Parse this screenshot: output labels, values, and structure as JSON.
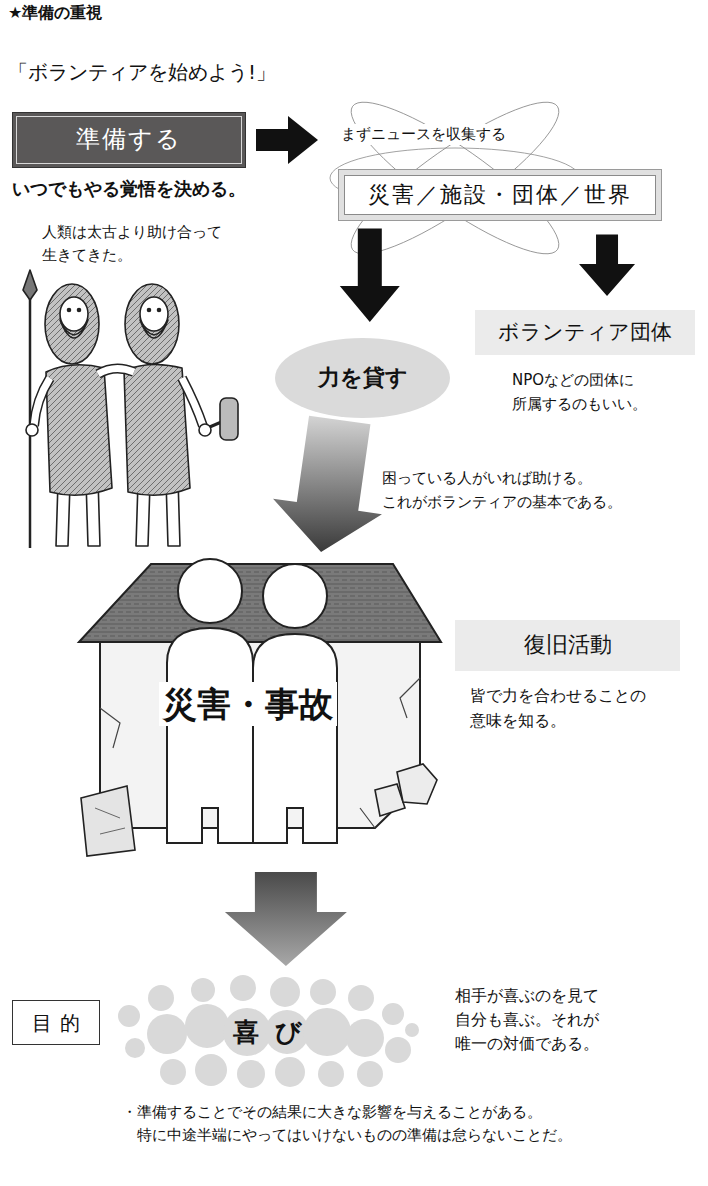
{
  "diagram": {
    "title": "★準備の重視",
    "caption": "・準備することでその結果に大きな影響を与えることがある。 特に中途半端にやってはいけないものの準備は怠らないことだ。",
    "nodes": [
      {
        "text": [
          "準備する",
          "いつでもやる覚悟を決める。"
        ]
      },
      {
        "text": [
          "まずニュースを収集する",
          "災害／施設・団体／世界"
        ]
      },
      {
        "text": [
          "力を貸す"
        ]
      },
      {
        "text": [
          "ボランティア団体",
          "NPOなどの団体に 所属するのもいい。"
        ]
      },
      {
        "text": [
          "災害・事故"
        ]
      },
      {
        "text": [
          "復旧活動",
          "皆で力を合わせることの 意味を知る。"
        ]
      },
      {
        "text": [
          "目的"
        ]
      },
      {
        "text": [
          "喜び"
        ]
      }
    ],
    "edges": [
      {
        "from": 0,
        "to": 1,
        "arrow": "to"
      },
      {
        "from": 1,
        "to": 2,
        "arrow": "to"
      },
      {
        "from": 1,
        "to": 3,
        "arrow": "to"
      },
      {
        "from": 2,
        "to": 4,
        "arrow": "to"
      },
      {
        "from": 4,
        "to": 7,
        "arrow": "to"
      }
    ],
    "labels": [
      "「ボランティアを始めよう!」",
      "人類は太古より助け合って 生きてきた。",
      "困っている人がいれば助ける。 これがボランティアの基本である。",
      "相手が喜ぶのを見て 自分も喜ぶ。それが 唯一の対価である。"
    ]
  }
}
